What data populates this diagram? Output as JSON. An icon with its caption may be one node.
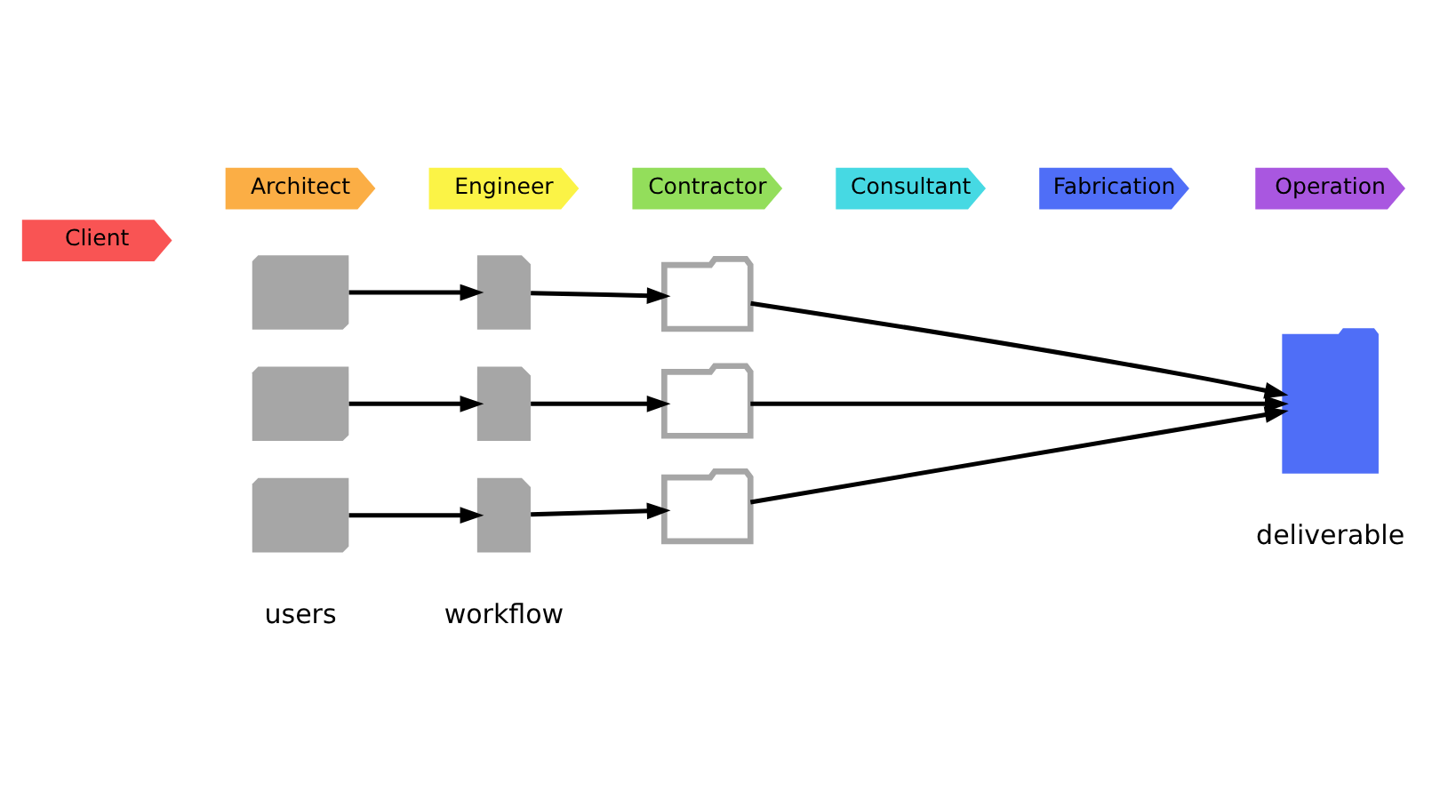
{
  "diagram": {
    "nodes": [
      {
        "text": [
          "Client"
        ]
      },
      {
        "text": [
          "Architect"
        ]
      },
      {
        "text": [
          "Engineer"
        ]
      },
      {
        "text": [
          "Contractor"
        ]
      },
      {
        "text": [
          "Consultant"
        ]
      },
      {
        "text": [
          "Fabrication"
        ]
      },
      {
        "text": [
          "Operation"
        ]
      },
      {
        "text": [],
        "shape": "computer"
      },
      {
        "text": [],
        "shape": "document"
      },
      {
        "text": [],
        "shape": "folder"
      },
      {
        "text": [],
        "shape": "computer"
      },
      {
        "text": [],
        "shape": "document"
      },
      {
        "text": [],
        "shape": "folder"
      },
      {
        "text": [],
        "shape": "computer"
      },
      {
        "text": [],
        "shape": "document"
      },
      {
        "text": [],
        "shape": "folder"
      },
      {
        "text": [],
        "shape": "folder"
      }
    ],
    "edges": [
      {
        "from": 7,
        "to": 8,
        "arrow": "to"
      },
      {
        "from": 8,
        "to": 9,
        "arrow": "to"
      },
      {
        "from": 10,
        "to": 11,
        "arrow": "to"
      },
      {
        "from": 11,
        "to": 12,
        "arrow": "to"
      },
      {
        "from": 13,
        "to": 14,
        "arrow": "to"
      },
      {
        "from": 14,
        "to": 15,
        "arrow": "to"
      },
      {
        "from": 9,
        "to": 16,
        "arrow": "to"
      },
      {
        "from": 12,
        "to": 16,
        "arrow": "to"
      },
      {
        "from": 15,
        "to": 16,
        "arrow": "to"
      }
    ],
    "labels": [
      "users",
      "workflow",
      "deliverable"
    ]
  }
}
